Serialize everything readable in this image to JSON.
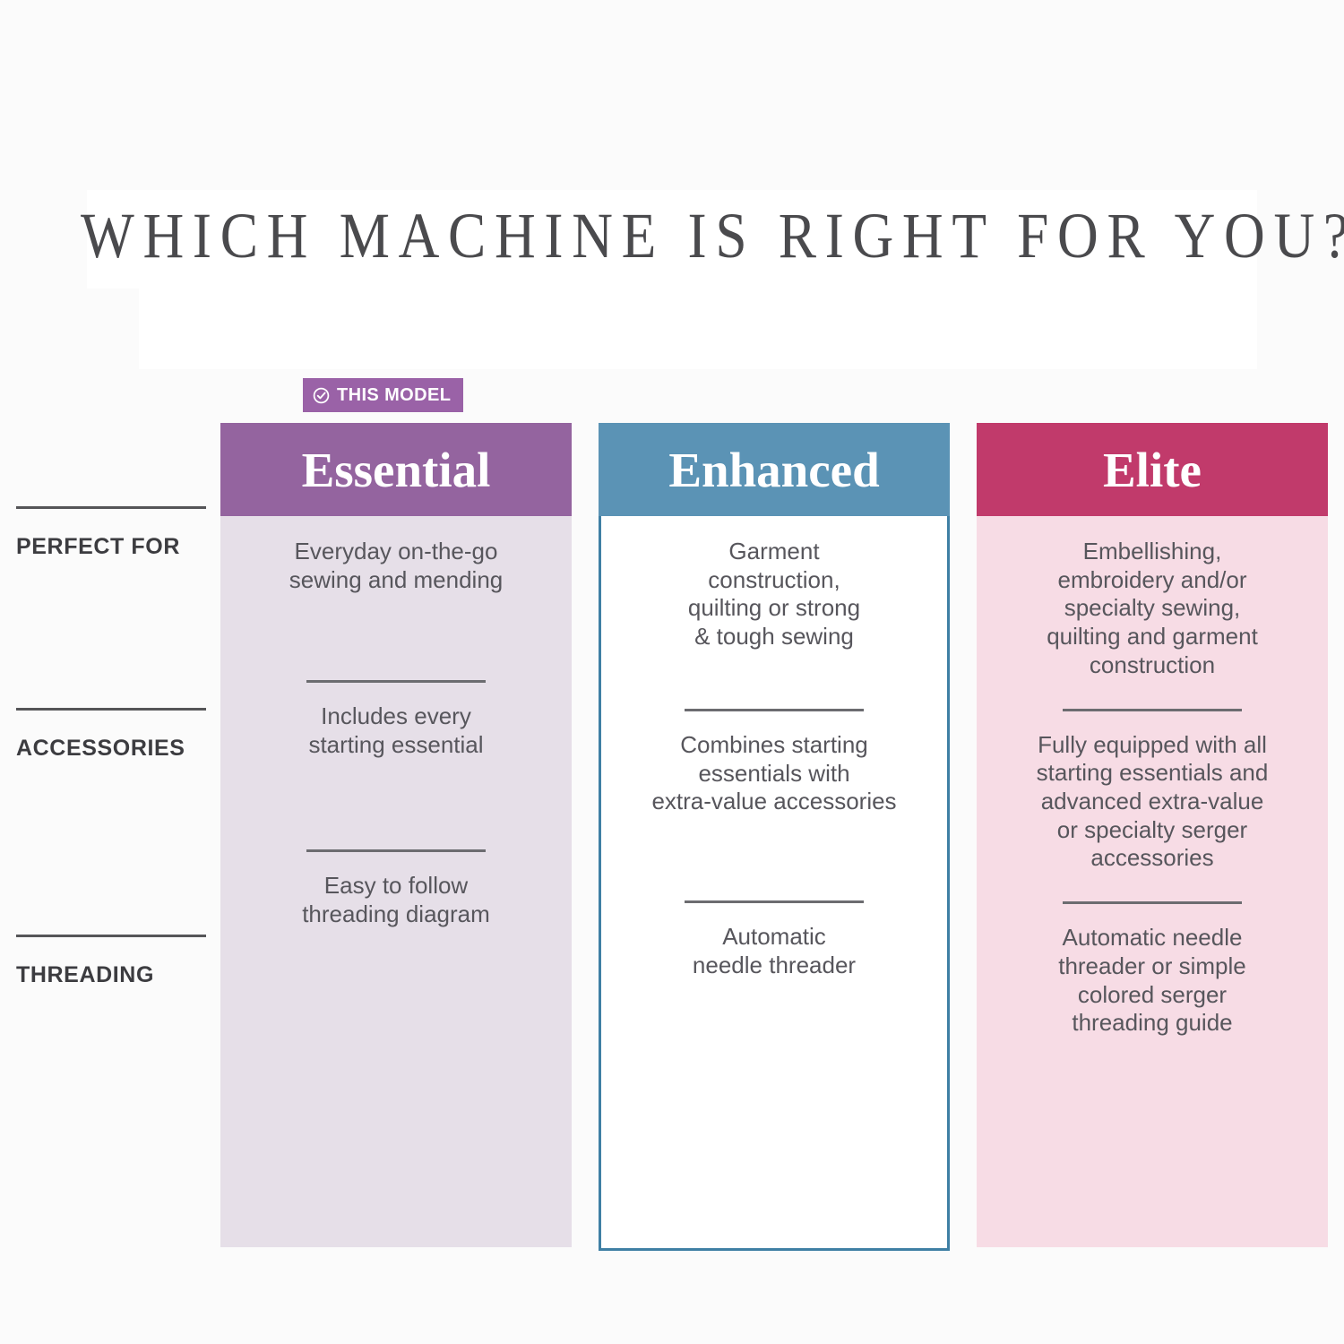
{
  "title": "WHICH MACHINE IS RIGHT FOR YOU?",
  "badge": {
    "label": "THIS MODEL",
    "icon": "check-circle-icon",
    "color": "#9a62a7",
    "applies_to_column": "Essential"
  },
  "row_labels": [
    "PERFECT FOR",
    "ACCESSORIES",
    "THREADING"
  ],
  "columns": [
    {
      "name": "Essential",
      "header_color": "#94649f",
      "body_color": "#e6dfe8",
      "selected": true,
      "cells": [
        "Everyday on-the-go\nsewing and mending",
        "Includes every\nstarting essential",
        "Easy to follow\nthreading diagram"
      ]
    },
    {
      "name": "Enhanced",
      "header_color": "#5b93b5",
      "body_color": "#ffffff",
      "border_color": "#3f7fa4",
      "selected": false,
      "cells": [
        "Garment\nconstruction,\nquilting or strong\n& tough sewing",
        "Combines starting\nessentials with\nextra-value accessories",
        "Automatic\nneedle threader"
      ]
    },
    {
      "name": "Elite",
      "header_color": "#c13a6b",
      "body_color": "#f7dce5",
      "selected": false,
      "cells": [
        "Embellishing,\nembroidery and/or\nspecialty sewing,\nquilting and garment\nconstruction",
        "Fully equipped with all\nstarting essentials and\nadvanced extra-value\nor specialty serger\naccessories",
        "Automatic needle\nthreader or simple\ncolored serger\nthreading guide"
      ]
    }
  ]
}
